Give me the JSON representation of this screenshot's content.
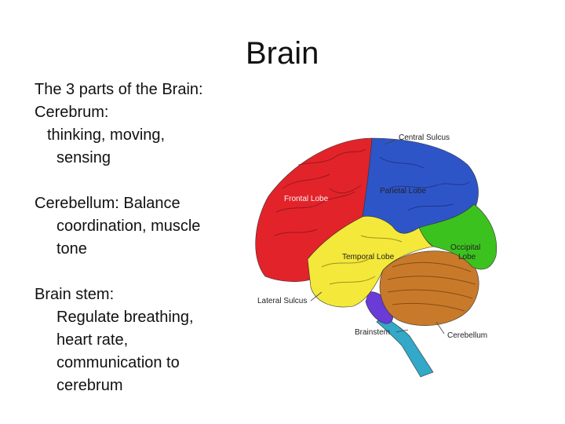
{
  "title": "Brain",
  "notes": {
    "intro": "The 3 parts of the Brain:",
    "cerebrum_heading": "Cerebrum:",
    "cerebrum_line1": "thinking, moving,",
    "cerebrum_line2": "sensing",
    "cerebellum_line1": "Cerebellum: Balance",
    "cerebellum_line2": "coordination, muscle",
    "cerebellum_line3": "tone",
    "brainstem_heading": "Brain stem:",
    "brainstem_line1": "Regulate breathing,",
    "brainstem_line2": "heart rate,",
    "brainstem_line3": "communication to",
    "brainstem_line4": "cerebrum"
  },
  "diagram_labels": {
    "central_sulcus": "Central Sulcus",
    "frontal_lobe": "Frontal Lobe",
    "parietal_lobe": "Parietal Lobe",
    "occipital_lobe_1": "Occipital",
    "occipital_lobe_2": "Lobe",
    "temporal_lobe": "Temporal Lobe",
    "lateral_sulcus": "Lateral Sulcus",
    "brainstem": "Brainstem",
    "cerebellum": "Cerebellum"
  },
  "colors": {
    "frontal": "#e3232a",
    "parietal": "#2e55c8",
    "occipital": "#3cc21f",
    "temporal": "#f4e83a",
    "cerebellum": "#c87a2a",
    "brainstem": "#33a8c8",
    "pons": "#6a3bd6"
  }
}
